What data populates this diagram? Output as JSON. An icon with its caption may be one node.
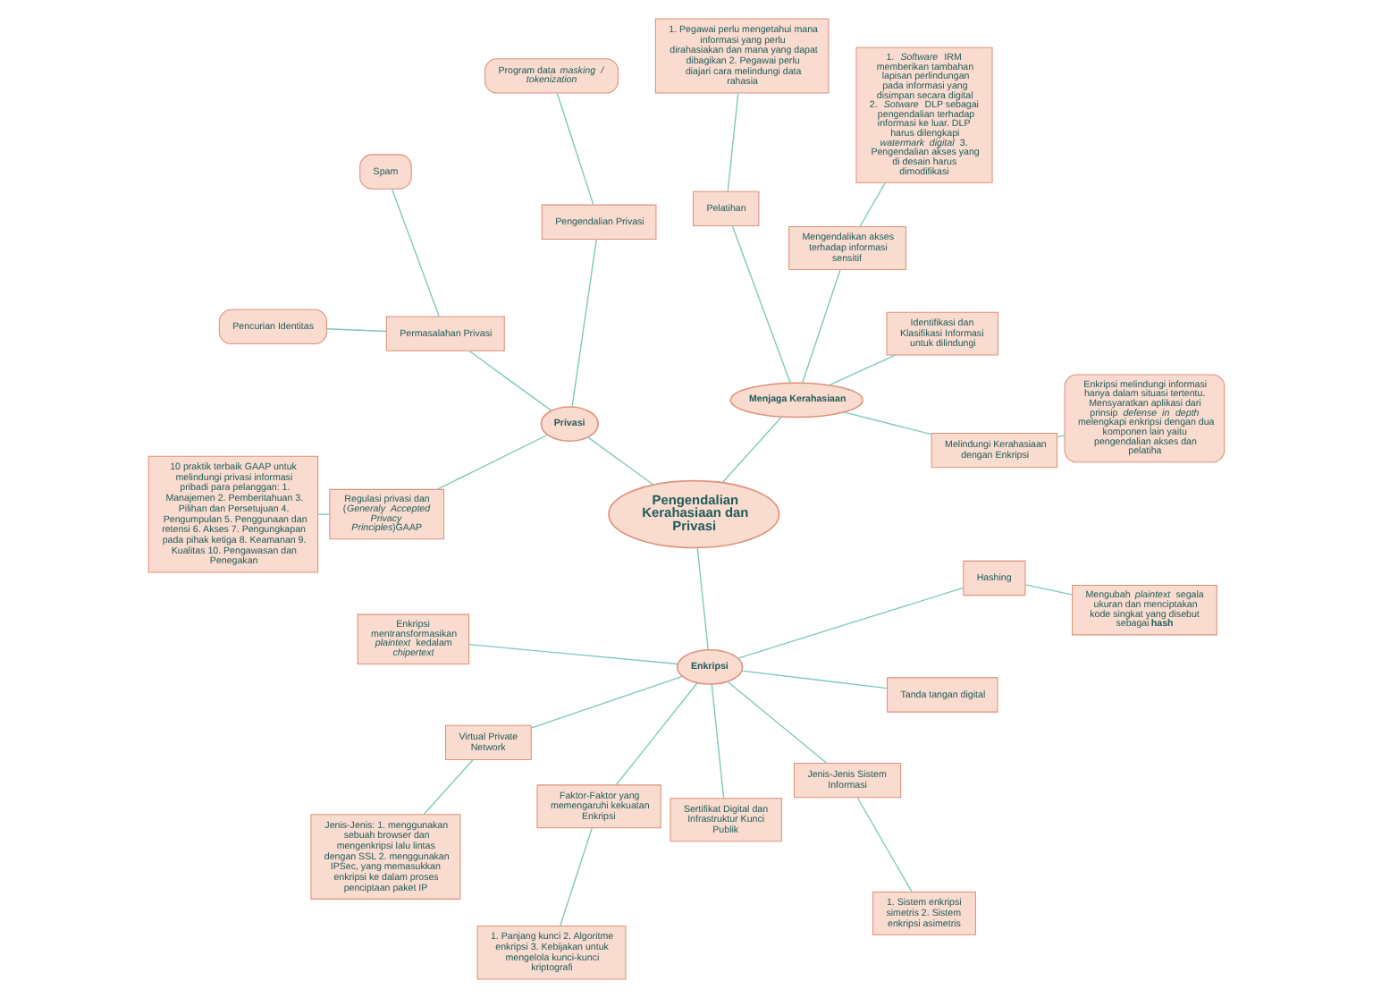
{
  "diagram": {
    "nodes": [
      {
        "text": [
          "Pengendalian Kerahasiaan dan Privasi"
        ]
      },
      {
        "text": [
          "Menjaga Kerahasiaan"
        ]
      },
      {
        "text": [
          "Melindungi Kerahasiaan dengan Enkripsi"
        ]
      },
      {
        "text": [
          "Enkripsi melindungi informasi hanya dalam situasi tertentu. Mensyaratkan aplikasi dari prinsip *defense in depth* melengkapi enkripsi dengan dua komponen lain yaitu pengendalian akses dan pelatiha"
        ]
      },
      {
        "text": [
          "Identifikasi dan Klasifikasi Informasi untuk dilindungi"
        ]
      },
      {
        "text": [
          "Mengendalikan akses terhadap informasi sensitif"
        ]
      },
      {
        "text": [
          "1. *Software* IRM memberikan tambahan lapisan perlindungan pada informasi yang disimpan secara digital 2. *Sotware* DLP sebagai pengendalian terhadap informasi ke luar. DLP harus dilengkapi *watermark digital* 3. Pengendalian akses yang di desain harus dimodifikasi"
        ]
      },
      {
        "text": [
          "Pelatihan"
        ]
      },
      {
        "text": [
          "1. Pegawai perlu mengetahui mana informasi yang perlu dirahasiakan dan mana yang dapat dibagikan 2. Pegawai perlu diajari cara melindungi data rahasia"
        ]
      },
      {
        "text": [
          "Privasi"
        ]
      },
      {
        "text": [
          "Pengendalian Privasi"
        ]
      },
      {
        "text": [
          "Program data *masking / tokenization*"
        ]
      },
      {
        "text": [
          "Permasalahan Privasi"
        ]
      },
      {
        "text": [
          "Spam"
        ]
      },
      {
        "text": [
          "Pencurian Identitas"
        ]
      },
      {
        "text": [
          "Regulasi privasi dan (*Generaly Accepted Privacy Principles*)GAAP"
        ]
      },
      {
        "text": [
          "10 praktik terbaik GAAP untuk melindungi privasi informasi pribadi para pelanggan: 1. Manajemen 2. Pemberitahuan 3. Pilihan dan Persetujuan 4. Pengumpulan 5. Penggunaan dan retensi 6. Akses 7. Pengungkapan pada pihak ketiga 8. Keamanan 9. Kualitas 10. Pengawasan dan Penegakan"
        ]
      },
      {
        "text": [
          "Enkripsi"
        ]
      },
      {
        "text": [
          "Enkripsi mentransformasikan *plaintext* kedalam *chipertext*"
        ]
      },
      {
        "text": [
          "Virtual Private Network"
        ]
      },
      {
        "text": [
          "Jenis-Jenis: 1. menggunakan sebuah browser dan mengenkripsi lalu lintas dengan SSL 2. menggunakan IPSec, yang memasukkan enkripsi ke dalam proses penciptaan paket IP"
        ]
      },
      {
        "text": [
          "Faktor-Faktor yang memengaruhi kekuatan Enkripsi"
        ]
      },
      {
        "text": [
          "1. Panjang kunci 2. Algoritme enkripsi 3. Kebijakan untuk mengelola kunci-kunci kriptografi"
        ]
      },
      {
        "text": [
          "Sertifikat Digital dan Infrastruktur Kunci Publik"
        ]
      },
      {
        "text": [
          "Jenis-Jenis Sistem Informasi"
        ]
      },
      {
        "text": [
          "1. Sistem enkripsi simetris 2. Sistem enkripsi asimetris"
        ]
      },
      {
        "text": [
          "Tanda tangan digital"
        ]
      },
      {
        "text": [
          "Hashing"
        ]
      },
      {
        "text": [
          "Mengubah *plaintext* segala ukuran dan menciptakan kode singkat yang disebut sebagai **hash**"
        ]
      }
    ],
    "edges": [
      {
        "from": 0,
        "to": 1,
        "arrow": "none"
      },
      {
        "from": 1,
        "to": 2,
        "arrow": "none"
      },
      {
        "from": 2,
        "to": 3,
        "arrow": "none"
      },
      {
        "from": 1,
        "to": 4,
        "arrow": "none"
      },
      {
        "from": 1,
        "to": 5,
        "arrow": "none"
      },
      {
        "from": 5,
        "to": 6,
        "arrow": "none"
      },
      {
        "from": 1,
        "to": 7,
        "arrow": "none"
      },
      {
        "from": 7,
        "to": 8,
        "arrow": "none"
      },
      {
        "from": 0,
        "to": 9,
        "arrow": "none"
      },
      {
        "from": 9,
        "to": 10,
        "arrow": "none"
      },
      {
        "from": 10,
        "to": 11,
        "arrow": "none"
      },
      {
        "from": 9,
        "to": 12,
        "arrow": "none"
      },
      {
        "from": 12,
        "to": 13,
        "arrow": "none"
      },
      {
        "from": 12,
        "to": 14,
        "arrow": "none"
      },
      {
        "from": 9,
        "to": 15,
        "arrow": "none"
      },
      {
        "from": 15,
        "to": 16,
        "arrow": "none"
      },
      {
        "from": 0,
        "to": 17,
        "arrow": "none"
      },
      {
        "from": 17,
        "to": 18,
        "arrow": "none"
      },
      {
        "from": 17,
        "to": 19,
        "arrow": "none"
      },
      {
        "from": 19,
        "to": 20,
        "arrow": "none"
      },
      {
        "from": 17,
        "to": 21,
        "arrow": "none"
      },
      {
        "from": 21,
        "to": 22,
        "arrow": "none"
      },
      {
        "from": 17,
        "to": 23,
        "arrow": "none"
      },
      {
        "from": 17,
        "to": 24,
        "arrow": "none"
      },
      {
        "from": 24,
        "to": 25,
        "arrow": "none"
      },
      {
        "from": 17,
        "to": 26,
        "arrow": "none"
      },
      {
        "from": 17,
        "to": 27,
        "arrow": "none"
      },
      {
        "from": 27,
        "to": 28,
        "arrow": "none"
      }
    ]
  }
}
